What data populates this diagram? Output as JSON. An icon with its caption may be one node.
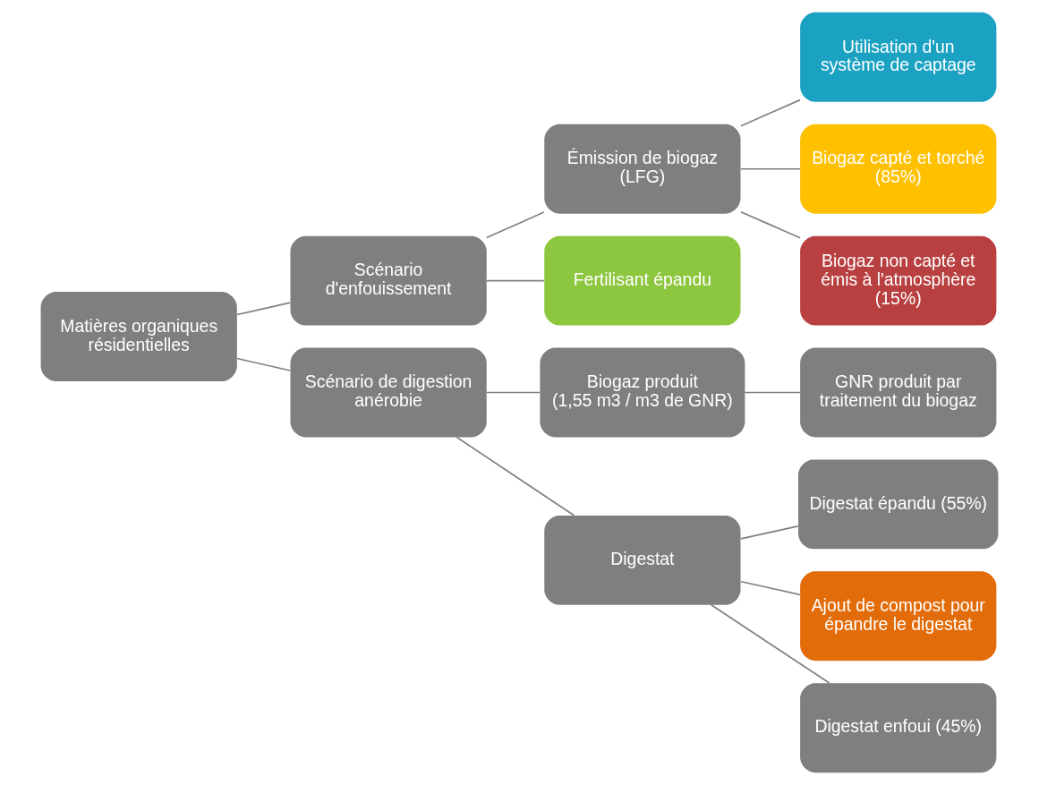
{
  "diagram": {
    "nodes": [
      {
        "text": [
          "Matières organiques résidentielles"
        ]
      },
      {
        "text": [
          "Scénario d'enfouissement"
        ]
      },
      {
        "text": [
          "Scénario de digestion anérobie"
        ]
      },
      {
        "text": [
          "Émission de biogaz (LFG)"
        ]
      },
      {
        "text": [
          "Fertilisant épandu"
        ]
      },
      {
        "text": [
          "Biogaz produit",
          "(1,55 m3 / m3 de GNR)"
        ]
      },
      {
        "text": [
          "Digestat"
        ]
      },
      {
        "text": [
          "Utilisation d'un système de captage"
        ]
      },
      {
        "text": [
          "Biogaz capté et torché (85%)"
        ]
      },
      {
        "text": [
          "Biogaz non capté et émis à l'atmosphère (15%)"
        ]
      },
      {
        "text": [
          "GNR produit par traitement du biogaz"
        ]
      },
      {
        "text": [
          "Digestat épandu (55%)"
        ]
      },
      {
        "text": [
          "Ajout de compost pour épandre le digestat"
        ]
      },
      {
        "text": [
          "Digestat enfoui (45%)"
        ]
      }
    ],
    "edges": [
      {
        "from": 0,
        "to": 1,
        "arrow": "none"
      },
      {
        "from": 0,
        "to": 2,
        "arrow": "none"
      },
      {
        "from": 1,
        "to": 3,
        "arrow": "none"
      },
      {
        "from": 1,
        "to": 4,
        "arrow": "none"
      },
      {
        "from": 2,
        "to": 5,
        "arrow": "none"
      },
      {
        "from": 2,
        "to": 6,
        "arrow": "none"
      },
      {
        "from": 3,
        "to": 7,
        "arrow": "none"
      },
      {
        "from": 3,
        "to": 8,
        "arrow": "none"
      },
      {
        "from": 3,
        "to": 9,
        "arrow": "none"
      },
      {
        "from": 5,
        "to": 10,
        "arrow": "none"
      },
      {
        "from": 6,
        "to": 11,
        "arrow": "none"
      },
      {
        "from": 6,
        "to": 12,
        "arrow": "none"
      },
      {
        "from": 6,
        "to": 13,
        "arrow": "none"
      }
    ]
  }
}
